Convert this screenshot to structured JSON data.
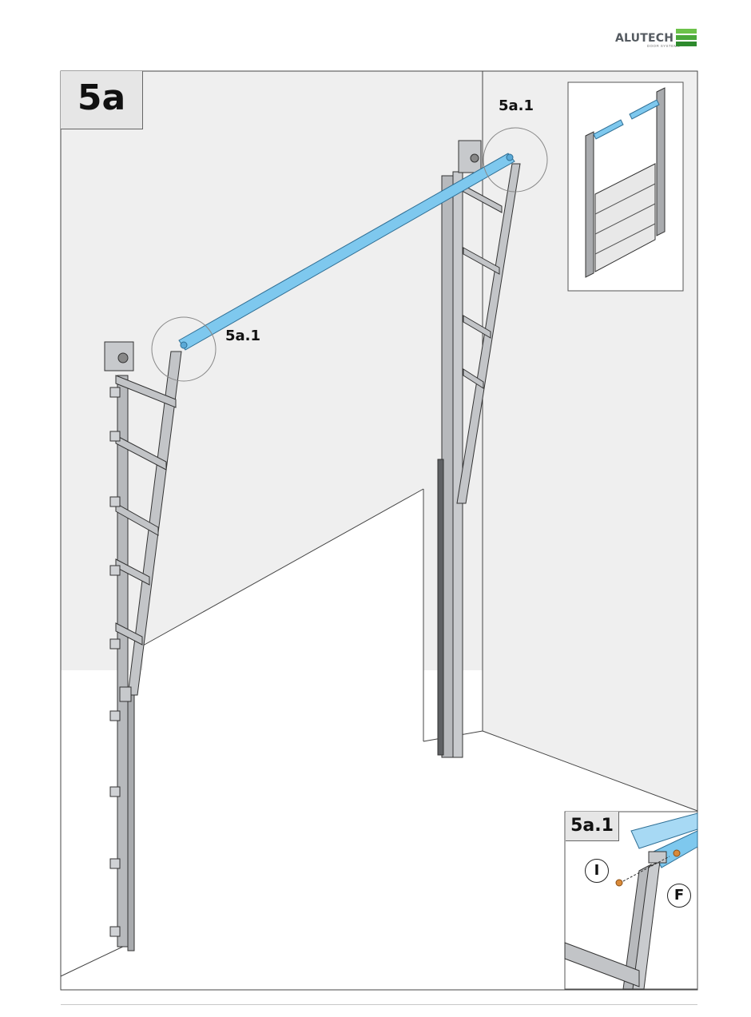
{
  "brand": {
    "name": "ALUTECH",
    "tagline": "DOOR SYSTEMS",
    "colors": [
      "#6cc24a",
      "#4aa83a",
      "#2e8b2e"
    ]
  },
  "step": {
    "label": "5a"
  },
  "callouts": {
    "top_right": "5a.1",
    "left": "5a.1"
  },
  "detail": {
    "label": "5a.1",
    "parts": {
      "part_i": "I",
      "part_f": "F"
    }
  },
  "colors": {
    "highlight_shaft": "#7ec8ee",
    "rail_metal": "#b7b9bc",
    "wall": "#efefef",
    "fastener": "#d98a3a"
  }
}
